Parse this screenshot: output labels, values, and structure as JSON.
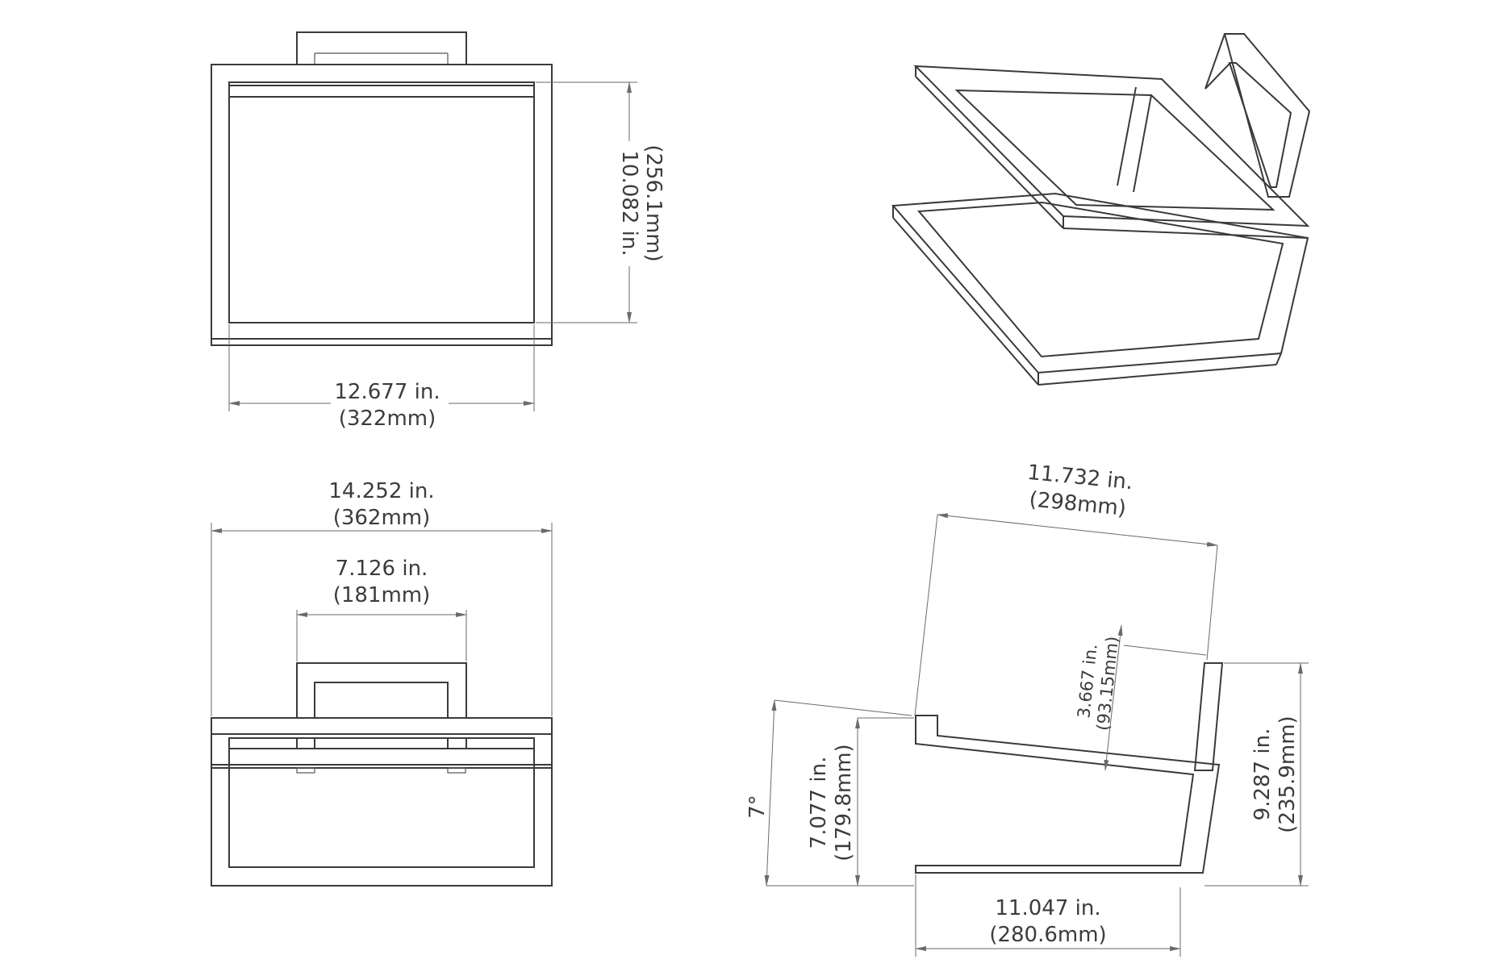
{
  "drawing": {
    "front_view": {
      "width_in": "12.677 in.",
      "width_mm": "(322mm)",
      "height_in": "10.082 in.",
      "height_mm": "(256.1mm)"
    },
    "top_view": {
      "overall_width_in": "14.252 in.",
      "overall_width_mm": "(362mm)",
      "handle_width_in": "7.126 in.",
      "handle_width_mm": "(181mm)"
    },
    "side_view": {
      "top_length_in": "11.732 in.",
      "top_length_mm": "(298mm)",
      "offset_in": "3.667 in.",
      "offset_mm": "(93.15mm)",
      "angle": "7°",
      "front_height_in": "7.077 in.",
      "front_height_mm": "(179.8mm)",
      "back_height_in": "9.287 in.",
      "back_height_mm": "(235.9mm)",
      "base_length_in": "11.047 in.",
      "base_length_mm": "(280.6mm)"
    }
  }
}
